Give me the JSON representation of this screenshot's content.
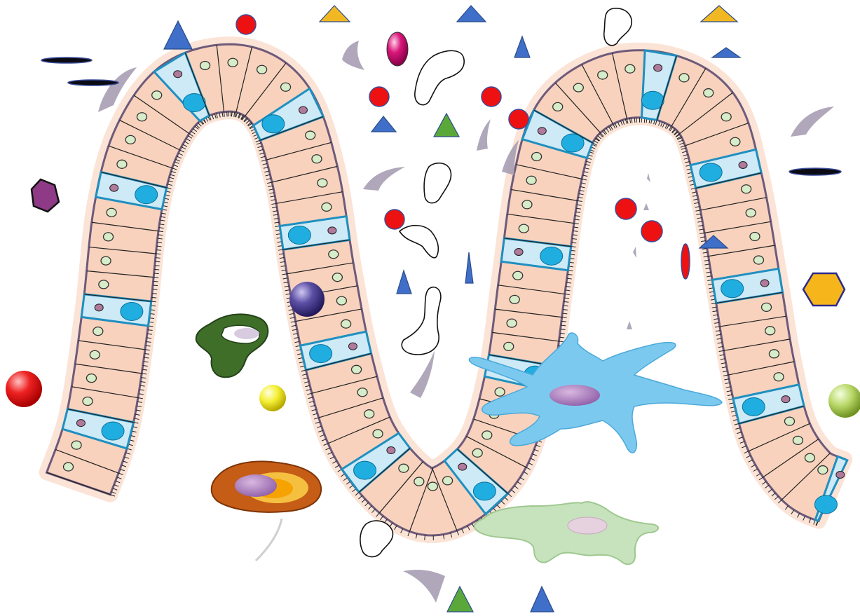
{
  "colors": {
    "epithelium": "#f8d2bd",
    "epithelium_glow": "#fbe3d6",
    "goblet": "#cdeaf6",
    "mucus": "#20aee0",
    "nucleus_green": "#d7ecc8",
    "nucleus_purple": "#b07a9c",
    "red_particle": "#ee1111",
    "blue_triangle": "#3f6fc9",
    "yellow_triangle": "#f2b823",
    "green_triangle": "#5aa83a",
    "fiber": "#a79fb3",
    "outline": "#1a1a1a",
    "dendritic_cell": "#7cc9ef",
    "macrophage": "#c7e3bd",
    "green_cell": "#3f6e28",
    "orange_cell": "#c55d16"
  },
  "icons": [
    "intestinal-epithelium",
    "goblet-cell",
    "dendritic-cell",
    "macrophage",
    "mast-cell",
    "activated-cell",
    "bacterium",
    "antigen-triangle",
    "red-particle",
    "crystal",
    "bead"
  ]
}
